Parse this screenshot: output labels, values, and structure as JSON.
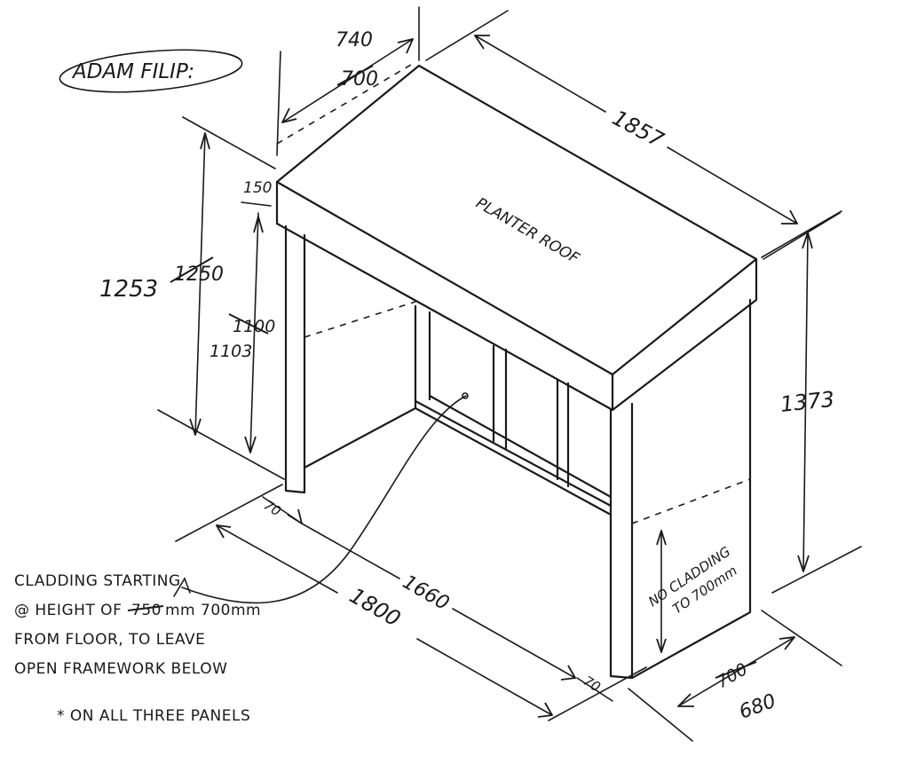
{
  "title": "ADAM FILIP:",
  "roof_label": "PLANTER ROOF",
  "dimensions": {
    "top_depth_old": "700",
    "top_depth_new": "740",
    "top_length": "1857",
    "roof_thickness": "150",
    "height_old": "1250",
    "height_new": "1253",
    "opening_old": "1100",
    "opening_new": "1103",
    "right_height": "1373",
    "post_width_left": "70",
    "post_width_right": "70",
    "inner_span": "1660",
    "outer_span": "1800",
    "side_depth_old": "700",
    "side_depth_new": "680"
  },
  "side_note": {
    "line1": "NO CLADDING",
    "line2": "TO 700mm"
  },
  "notes": {
    "line1": "CLADDING STARTING",
    "line2_a": "@ HEIGHT OF",
    "line2_struck": "750",
    "line2_b": "mm 700mm",
    "line3": "FROM FLOOR, TO LEAVE",
    "line4": "OPEN FRAMEWORK BELOW",
    "footnote": "* ON ALL THREE PANELS"
  }
}
